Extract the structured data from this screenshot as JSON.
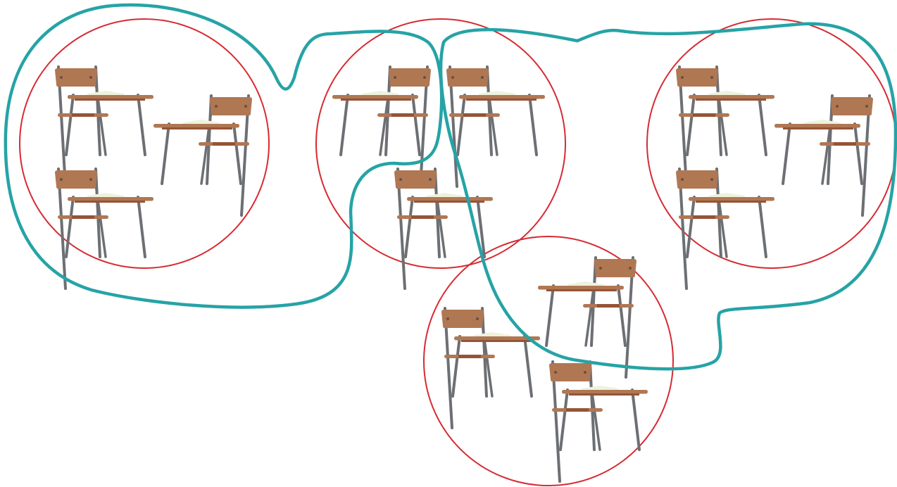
{
  "colors": {
    "background": "#ffffff",
    "group_circle": "#d62b32",
    "grouping_outline": "#26a3a6",
    "seat_wood": "#b07753",
    "seat_wood_dark": "#955436",
    "desk_leg": "#6c6f73",
    "book_cover": "#7fc6a2",
    "book_pages": "#eef2dc"
  },
  "icons": {
    "circle": "group-circle",
    "desk": "school-desk-icon",
    "outline": "grouping-outline"
  },
  "groups": [
    {
      "id": "group-1",
      "desk_count": 3
    },
    {
      "id": "group-2",
      "desk_count": 3
    },
    {
      "id": "group-3",
      "desk_count": 3
    },
    {
      "id": "group-4",
      "desk_count": 3
    }
  ],
  "grouping_outline_count": 1
}
